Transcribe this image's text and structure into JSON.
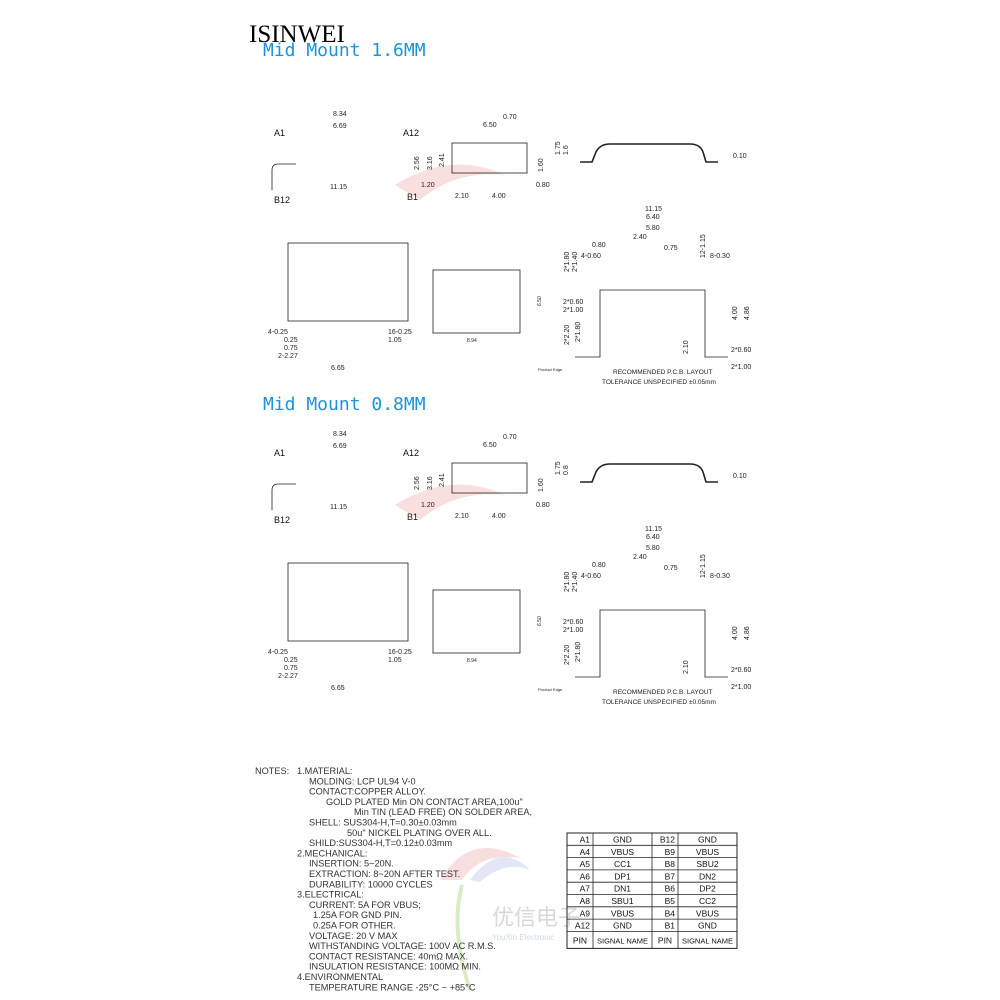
{
  "brand": "ISINWEI",
  "watermark": {
    "cn": "优信电子",
    "en": "YouXin Electronic"
  },
  "sections": [
    {
      "title": "Mid Mount 1.6MM",
      "pins": {
        "a1": "A1",
        "a12": "A12",
        "b12": "B12",
        "b1": "B1"
      },
      "dims": {
        "w834": "8.34",
        "w669": "6.69",
        "w1115": "11.15",
        "h256": "2.56",
        "s070": "0.70",
        "s650": "6.50",
        "s316": "3.16",
        "s241": "2.41",
        "s160": "1.60",
        "s120": "1.20",
        "s080": "0.80",
        "s210": "2.10",
        "s400": "4.00",
        "e175": "1.75",
        "e_mount": "1.6",
        "flat": "0.10",
        "b4": "4-0.25",
        "b16": "16-0.25",
        "b025": "0.25",
        "b105": "1.05",
        "b075": "0.75",
        "b227": "2-2.27",
        "b665": "6.65",
        "f650": "6.50",
        "f894": "8.94",
        "p1115": "11.15",
        "p640": "6.40",
        "p580": "5.80",
        "p240": "2.40",
        "p080": "0.80",
        "p075": "0.75",
        "p4060": "4-0.60",
        "p8030": "8-0.30",
        "p12115": "12-1.15",
        "p2180": "2*1.80",
        "p2140": "2*1.40",
        "p2060": "2*0.60",
        "p2100": "2*1.00",
        "p2220": "2*2.20",
        "p2180b": "2*1.80",
        "p400": "4.00",
        "p486": "4.86",
        "p210": "2.10",
        "p2060r": "2*0.60",
        "p2100r": "2*1.00"
      },
      "product_edge": "Product Edge",
      "pcb_title": "RECOMMENDED   P.C.B.  LAYOUT",
      "tolerance": "TOLERANCE  UNSPECIFIED  ±0.05mm"
    },
    {
      "title": "Mid Mount 0.8MM",
      "pins": {
        "a1": "A1",
        "a12": "A12",
        "b12": "B12",
        "b1": "B1"
      },
      "dims": {
        "w834": "8.34",
        "w669": "6.69",
        "w1115": "11.15",
        "h256": "2.56",
        "s070": "0.70",
        "s650": "6.50",
        "s316": "3.16",
        "s241": "2.41",
        "s160": "1.60",
        "s120": "1.20",
        "s080": "0.80",
        "s210": "2.10",
        "s400": "4.00",
        "e175": "1.75",
        "e_mount": "0.8",
        "flat": "0.10",
        "b4": "4-0.25",
        "b16": "16-0.25",
        "b025": "0.25",
        "b105": "1.05",
        "b075": "0.75",
        "b227": "2-2.27",
        "b665": "6.65",
        "f650": "6.50",
        "f894": "8.94",
        "p1115": "11.15",
        "p640": "6.40",
        "p580": "5.80",
        "p240": "2.40",
        "p080": "0.80",
        "p075": "0.75",
        "p4060": "4-0.60",
        "p8030": "8-0.30",
        "p12115": "12-1.15",
        "p2180": "2*1.80",
        "p2140": "2*1.40",
        "p2060": "2*0.60",
        "p2100": "2*1.00",
        "p2220": "2*2.20",
        "p2180b": "2*1.80",
        "p400": "4.00",
        "p486": "4.86",
        "p210": "2.10",
        "p2060r": "2*0.60",
        "p2100r": "2*1.00"
      },
      "product_edge": "Product Edge",
      "pcb_title": "RECOMMENDED   P.C.B.  LAYOUT",
      "tolerance": "TOLERANCE  UNSPECIFIED  ±0.05mm"
    }
  ],
  "notes": {
    "label": "NOTES:",
    "lines": [
      {
        "indent": 0,
        "text": "1.MATERIAL:"
      },
      {
        "indent": 1,
        "text": "MOLDING:  LCP  UL94  V-0"
      },
      {
        "indent": 1,
        "text": "CONTACT:COPPER  ALLOY."
      },
      {
        "indent": 2,
        "text": "GOLD  PLATED  Min  ON  CONTACT  AREA,100u\""
      },
      {
        "indent": 3,
        "text": "Min  TIN  (LEAD  FREE)  ON  SOLDER  AREA,"
      },
      {
        "indent": 1,
        "text": "SHELL:  SUS304-H,T=0.30±0.03mm"
      },
      {
        "indent": 4,
        "text": "50u\"  NICKEL  PLATING  OVER  ALL."
      },
      {
        "indent": 1,
        "text": "SHILD:SUS304-H,T=0.12±0.03mm"
      },
      {
        "indent": 0,
        "text": "2.MECHANICAL:"
      },
      {
        "indent": 1,
        "text": "INSERTION:  5~20N."
      },
      {
        "indent": 1,
        "text": "EXTRACTION:  8~20N  AFTER  TEST."
      },
      {
        "indent": 1,
        "text": "DURABILITY:  10000  CYCLES"
      },
      {
        "indent": 0,
        "text": "3.ELECTRICAL:"
      },
      {
        "indent": 1,
        "text": "CURRENT:  5A  FOR  VBUS;"
      },
      {
        "indent": 5,
        "text": "1.25A  FOR  GND  PIN."
      },
      {
        "indent": 5,
        "text": "0.25A  FOR  OTHER."
      },
      {
        "indent": 1,
        "text": "VOLTAGE:  20  V  MAX"
      },
      {
        "indent": 1,
        "text": "WITHSTANDING  VOLTAGE:  100V  AC  R.M.S."
      },
      {
        "indent": 1,
        "text": "CONTACT  RESISTANCE:  40mΩ  MAX."
      },
      {
        "indent": 1,
        "text": "INSULATION  RESISTANCE:  100MΩ  MIN."
      },
      {
        "indent": 0,
        "text": "4.ENVIRONMENTAL"
      },
      {
        "indent": 1,
        "text": "TEMPERATURE  RANGE  -25°C  ~  +85°C"
      }
    ]
  },
  "pin_table": {
    "rows": [
      [
        "A1",
        "GND",
        "B12",
        "GND"
      ],
      [
        "A4",
        "VBUS",
        "B9",
        "VBUS"
      ],
      [
        "A5",
        "CC1",
        "B8",
        "SBU2"
      ],
      [
        "A6",
        "DP1",
        "B7",
        "DN2"
      ],
      [
        "A7",
        "DN1",
        "B6",
        "DP2"
      ],
      [
        "A8",
        "SBU1",
        "B5",
        "CC2"
      ],
      [
        "A9",
        "VBUS",
        "B4",
        "VBUS"
      ],
      [
        "A12",
        "GND",
        "B1",
        "GND"
      ]
    ],
    "header": [
      "PIN",
      "SIGNAL NAME",
      "PIN",
      "SIGNAL NAME"
    ]
  },
  "colors": {
    "title": "#1b92dc",
    "line": "#222222",
    "watermark": "#d8d8d8"
  }
}
